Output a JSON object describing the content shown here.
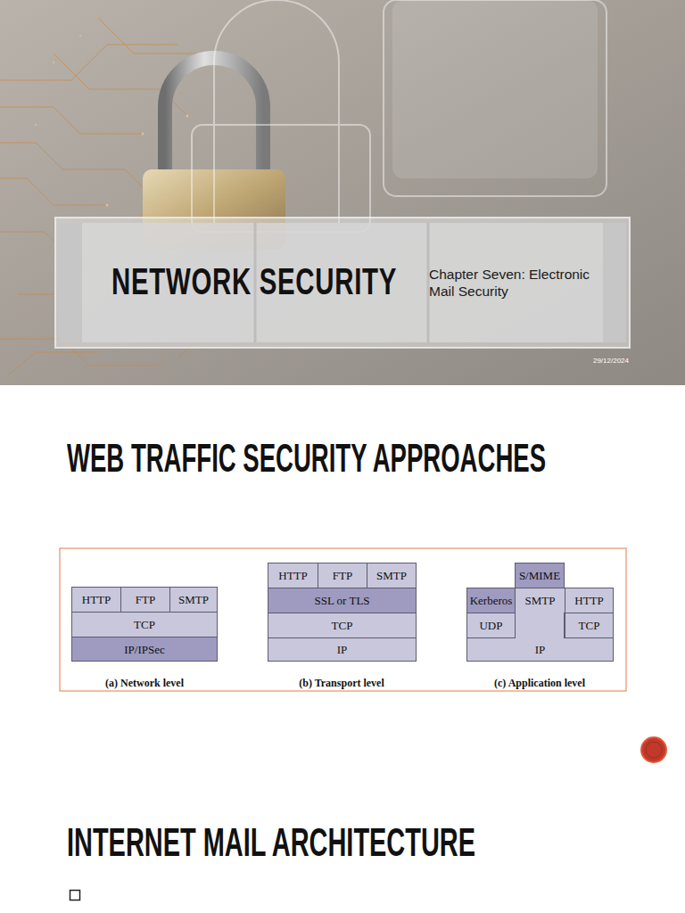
{
  "diagram": {
    "title": "NETWORK SECURITY",
    "nodes": [
      {
        "text": [
          "HTTP"
        ]
      },
      {
        "text": [
          "FTP"
        ]
      },
      {
        "text": [
          "SMTP"
        ]
      },
      {
        "text": [
          "TCP"
        ]
      },
      {
        "text": [
          "IP/IPSec"
        ]
      },
      {
        "text": [
          "HTTP"
        ]
      },
      {
        "text": [
          "FTP"
        ]
      },
      {
        "text": [
          "SMTP"
        ]
      },
      {
        "text": [
          "SSL or TLS"
        ]
      },
      {
        "text": [
          "TCP"
        ]
      },
      {
        "text": [
          "IP"
        ]
      },
      {
        "text": [
          "S/MIME"
        ]
      },
      {
        "text": [
          "Kerberos"
        ]
      },
      {
        "text": [
          "SMTP"
        ]
      },
      {
        "text": [
          "HTTP"
        ]
      },
      {
        "text": [
          "UDP"
        ]
      },
      {
        "text": [
          "TCP"
        ]
      },
      {
        "text": [
          "IP"
        ]
      }
    ],
    "labels": [
      "Chapter Seven: Electronic Mail Security",
      "29/12/2024",
      "WEB TRAFFIC SECURITY APPROACHES",
      "(a) Network level",
      "(b) Transport level",
      "(c) Application level",
      "INTERNET MAIL ARCHITECTURE"
    ]
  }
}
